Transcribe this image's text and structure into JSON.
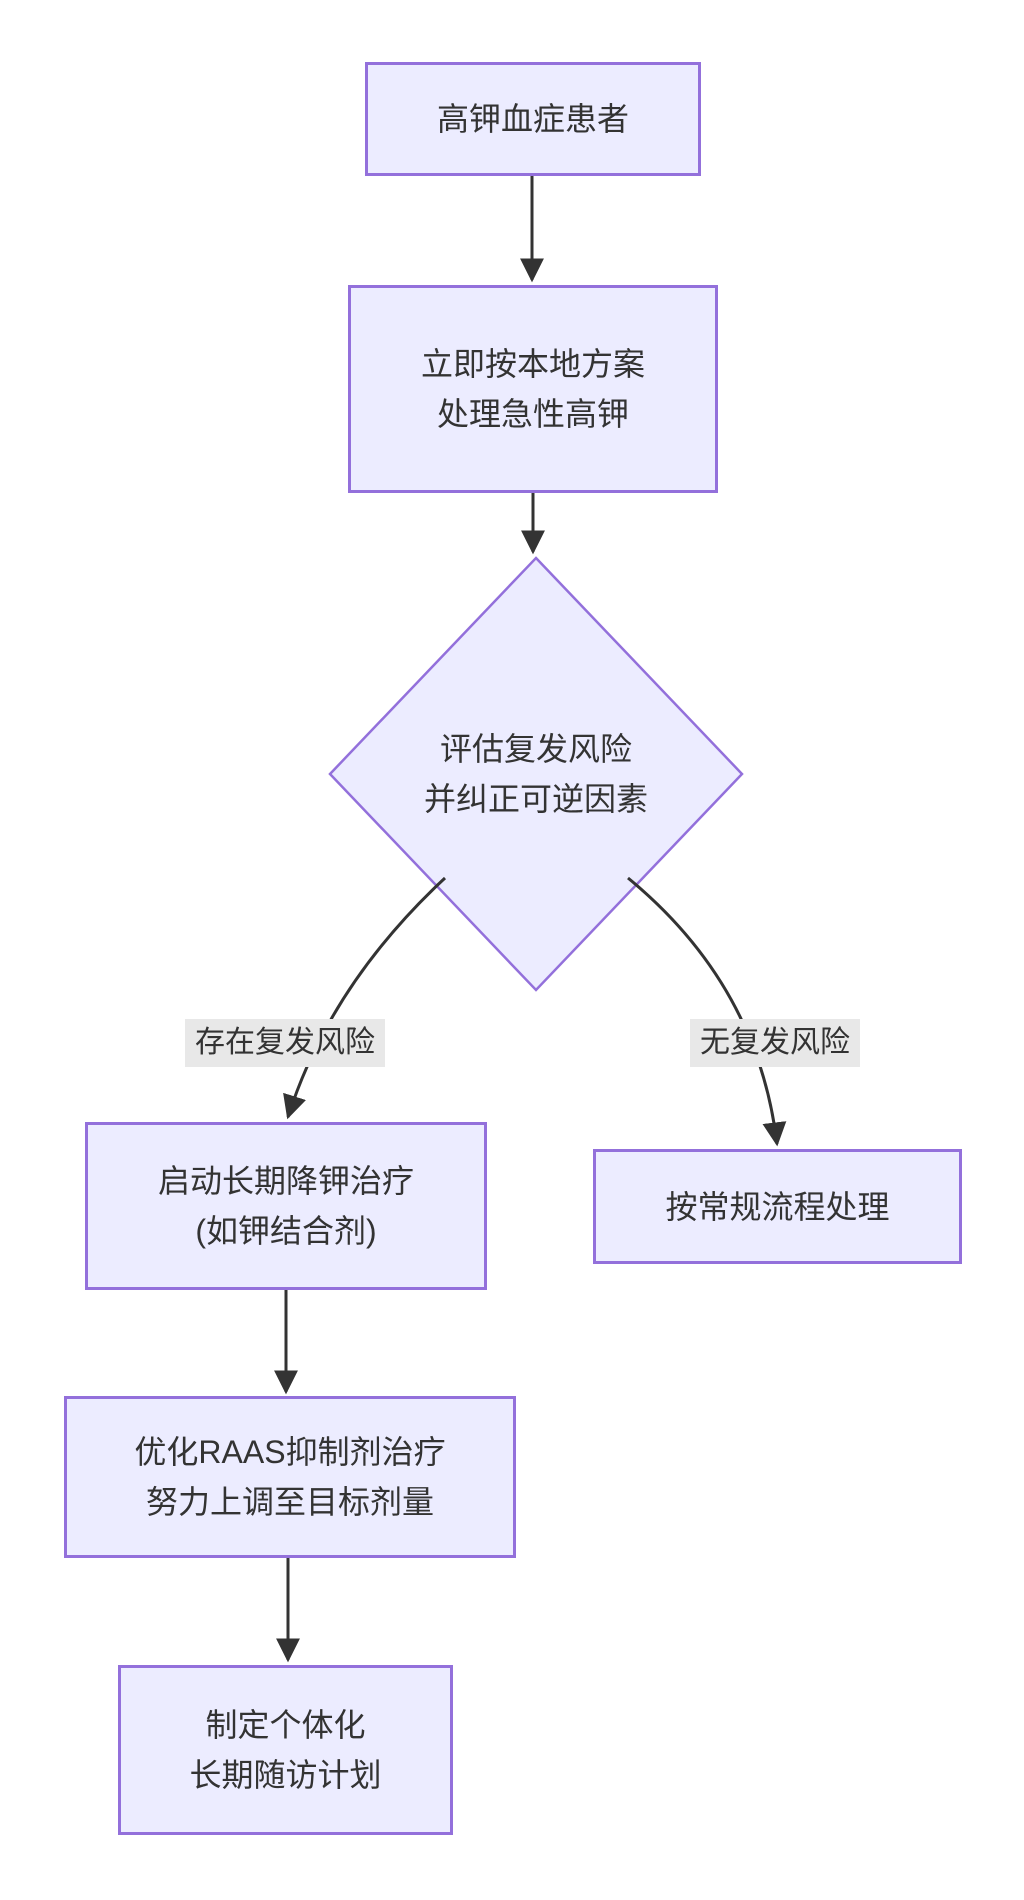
{
  "flowchart": {
    "nodes": {
      "start": {
        "lines": [
          "高钾血症患者"
        ]
      },
      "acute": {
        "lines": [
          "立即按本地方案",
          "处理急性高钾"
        ]
      },
      "decision": {
        "lines": [
          "评估复发风险",
          "并纠正可逆因素"
        ]
      },
      "longterm": {
        "lines": [
          "启动长期降钾治疗",
          "(如钾结合剂)"
        ]
      },
      "routine": {
        "lines": [
          "按常规流程处理"
        ]
      },
      "raas": {
        "lines": [
          "优化RAAS抑制剂治疗",
          "努力上调至目标剂量"
        ]
      },
      "followup": {
        "lines": [
          "制定个体化",
          "长期随访计划"
        ]
      }
    },
    "edge_labels": {
      "has_risk": "存在复发风险",
      "no_risk": "无复发风险"
    },
    "colors": {
      "node_fill": "#ECECFF",
      "node_border": "#9370DB",
      "edge": "#333333",
      "text": "#333333",
      "edge_label_bg": "#e8e8e8",
      "background": "#ffffff"
    }
  }
}
